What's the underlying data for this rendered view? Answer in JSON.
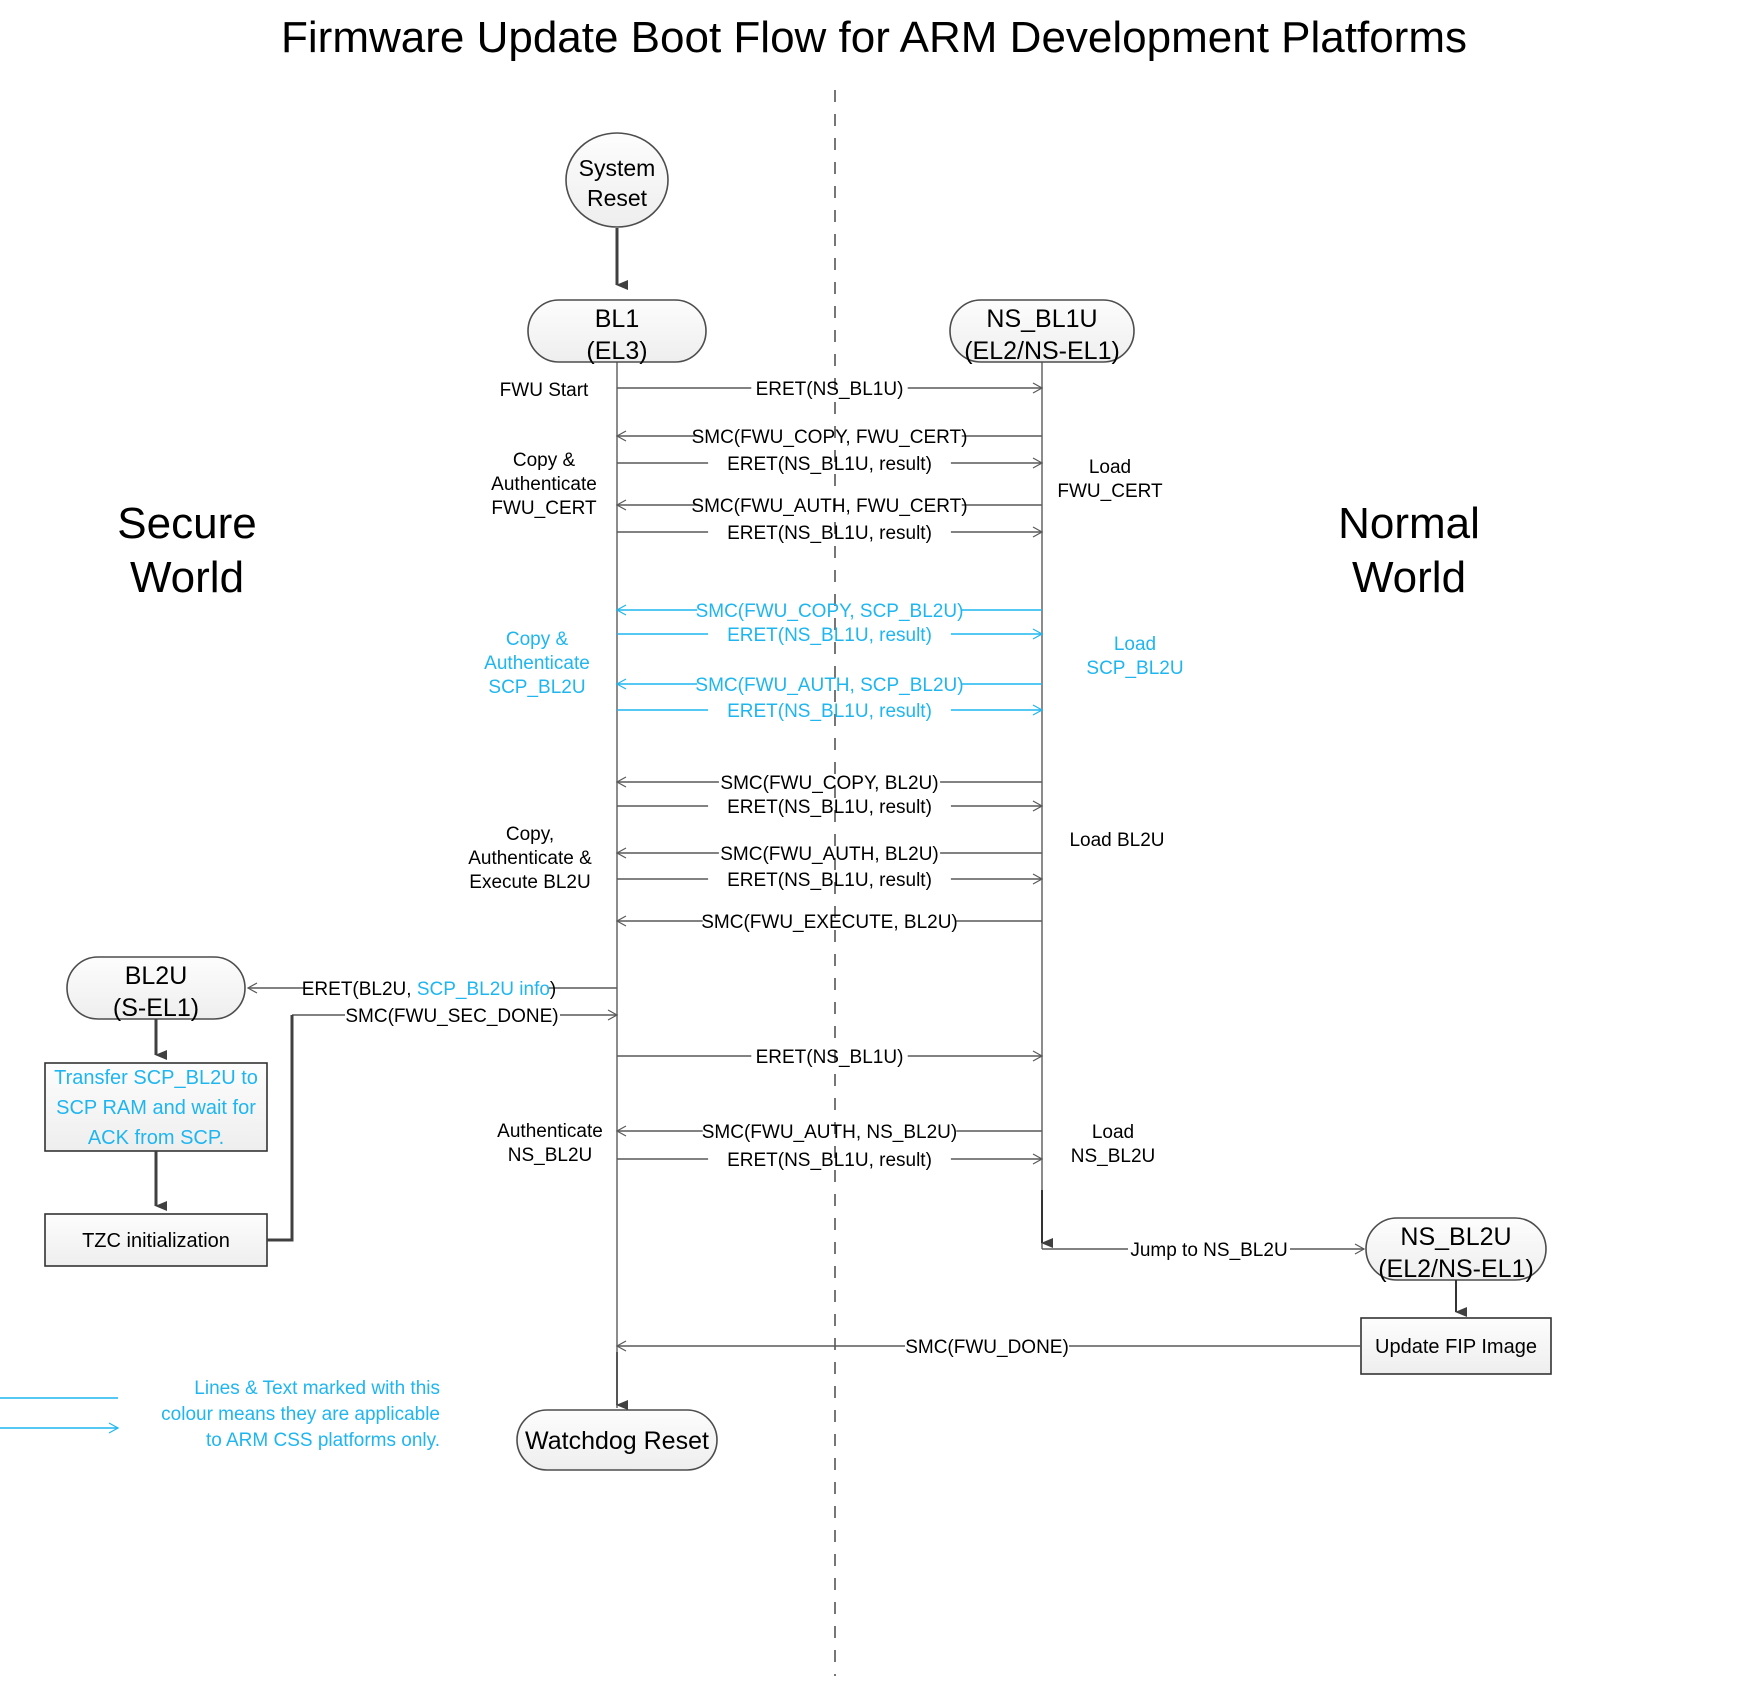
{
  "title": "Firmware Update Boot Flow for ARM Development Platforms",
  "colors": {
    "accent_cyan": "#1fb6f0",
    "line_dark": "#404040",
    "line_gray": "#595959",
    "node_fill_top": "#fdfdfd",
    "node_fill_bottom": "#eeeeee",
    "node_stroke": "#4d4d4d",
    "text": "#000000"
  },
  "worlds": {
    "left_label_line1": "Secure",
    "left_label_line2": "World",
    "right_label_line1": "Normal",
    "right_label_line2": "World"
  },
  "nodes": {
    "system_reset": {
      "line1": "System",
      "line2": "Reset",
      "shape": "ellipse"
    },
    "bl1": {
      "line1": "BL1",
      "line2": "(EL3)",
      "shape": "rounded"
    },
    "ns_bl1u": {
      "line1": "NS_BL1U",
      "line2": "(EL2/NS-EL1)",
      "shape": "rounded"
    },
    "bl2u": {
      "line1": "BL2U",
      "line2": "(S-EL1)",
      "shape": "rounded"
    },
    "ns_bl2u": {
      "line1": "NS_BL2U",
      "line2": "(EL2/NS-EL1)",
      "shape": "rounded"
    },
    "watchdog_reset": {
      "line1": "Watchdog Reset",
      "shape": "rounded"
    },
    "transfer_scp": {
      "line1": "Transfer SCP_BL2U to",
      "line2": "SCP RAM and wait for",
      "line3": "ACK from SCP.",
      "shape": "rect",
      "color": "cyan"
    },
    "tzc_init": {
      "line1": "TZC initialization",
      "shape": "rect",
      "color": "black"
    },
    "update_fip": {
      "line1": "Update FIP Image",
      "shape": "rect",
      "color": "black"
    }
  },
  "messages": [
    {
      "id": "m1",
      "label": "ERET(NS_BL1U)",
      "dir": "right",
      "color": "black"
    },
    {
      "id": "m2",
      "label": "SMC(FWU_COPY, FWU_CERT)",
      "dir": "left",
      "color": "black"
    },
    {
      "id": "m3",
      "label": "ERET(NS_BL1U, result)",
      "dir": "right",
      "color": "black"
    },
    {
      "id": "m4",
      "label": "SMC(FWU_AUTH, FWU_CERT)",
      "dir": "left",
      "color": "black"
    },
    {
      "id": "m5",
      "label": "ERET(NS_BL1U, result)",
      "dir": "right",
      "color": "black"
    },
    {
      "id": "m6",
      "label": "SMC(FWU_COPY, SCP_BL2U)",
      "dir": "left",
      "color": "cyan"
    },
    {
      "id": "m7",
      "label": "ERET(NS_BL1U, result)",
      "dir": "right",
      "color": "cyan"
    },
    {
      "id": "m8",
      "label": "SMC(FWU_AUTH, SCP_BL2U)",
      "dir": "left",
      "color": "cyan"
    },
    {
      "id": "m9",
      "label": "ERET(NS_BL1U, result)",
      "dir": "right",
      "color": "cyan"
    },
    {
      "id": "m10",
      "label": "SMC(FWU_COPY, BL2U)",
      "dir": "left",
      "color": "black"
    },
    {
      "id": "m11",
      "label": "ERET(NS_BL1U, result)",
      "dir": "right",
      "color": "black"
    },
    {
      "id": "m12",
      "label": "SMC(FWU_AUTH, BL2U)",
      "dir": "left",
      "color": "black"
    },
    {
      "id": "m13",
      "label": "ERET(NS_BL1U, result)",
      "dir": "right",
      "color": "black"
    },
    {
      "id": "m14",
      "label": "SMC(FWU_EXECUTE, BL2U)",
      "dir": "left",
      "color": "black"
    },
    {
      "id": "m15",
      "label": "ERET(NS_BL1U)",
      "dir": "right",
      "color": "black"
    },
    {
      "id": "m16",
      "label": "SMC(FWU_AUTH, NS_BL2U)",
      "dir": "left",
      "color": "black"
    },
    {
      "id": "m17",
      "label": "ERET(NS_BL1U, result)",
      "dir": "right",
      "color": "black"
    },
    {
      "id": "m18",
      "label": "Jump to NS_BL2U",
      "dir": "right",
      "color": "black"
    },
    {
      "id": "m19",
      "label": "SMC(FWU_DONE)",
      "dir": "left",
      "color": "black"
    }
  ],
  "bl2u_messages": {
    "eret_prefix": "ERET(BL2U, ",
    "eret_cyan": "SCP_BL2U info",
    "eret_suffix": ")",
    "smc_sec_done": "SMC(FWU_SEC_DONE)"
  },
  "left_annotations": [
    {
      "id": "a1",
      "lines": [
        "FWU Start"
      ],
      "color": "black"
    },
    {
      "id": "a2",
      "lines": [
        "Copy &",
        "Authenticate",
        "FWU_CERT"
      ],
      "color": "black"
    },
    {
      "id": "a3",
      "lines": [
        "Copy &",
        "Authenticate",
        "SCP_BL2U"
      ],
      "color": "cyan"
    },
    {
      "id": "a4",
      "lines": [
        "Copy,",
        "Authenticate &",
        "Execute BL2U"
      ],
      "color": "black"
    },
    {
      "id": "a5",
      "lines": [
        "Authenticate",
        "NS_BL2U"
      ],
      "color": "black"
    }
  ],
  "right_annotations": [
    {
      "id": "r1",
      "lines": [
        "Load",
        "FWU_CERT"
      ],
      "color": "black"
    },
    {
      "id": "r2",
      "lines": [
        "Load",
        "SCP_BL2U"
      ],
      "color": "cyan"
    },
    {
      "id": "r3",
      "lines": [
        "Load BL2U"
      ],
      "color": "black"
    },
    {
      "id": "r4",
      "lines": [
        "Load",
        "NS_BL2U"
      ],
      "color": "black"
    }
  ],
  "legend": {
    "line1": "Lines & Text marked with this",
    "line2": "colour means they are applicable",
    "line3": "to ARM CSS platforms only."
  }
}
